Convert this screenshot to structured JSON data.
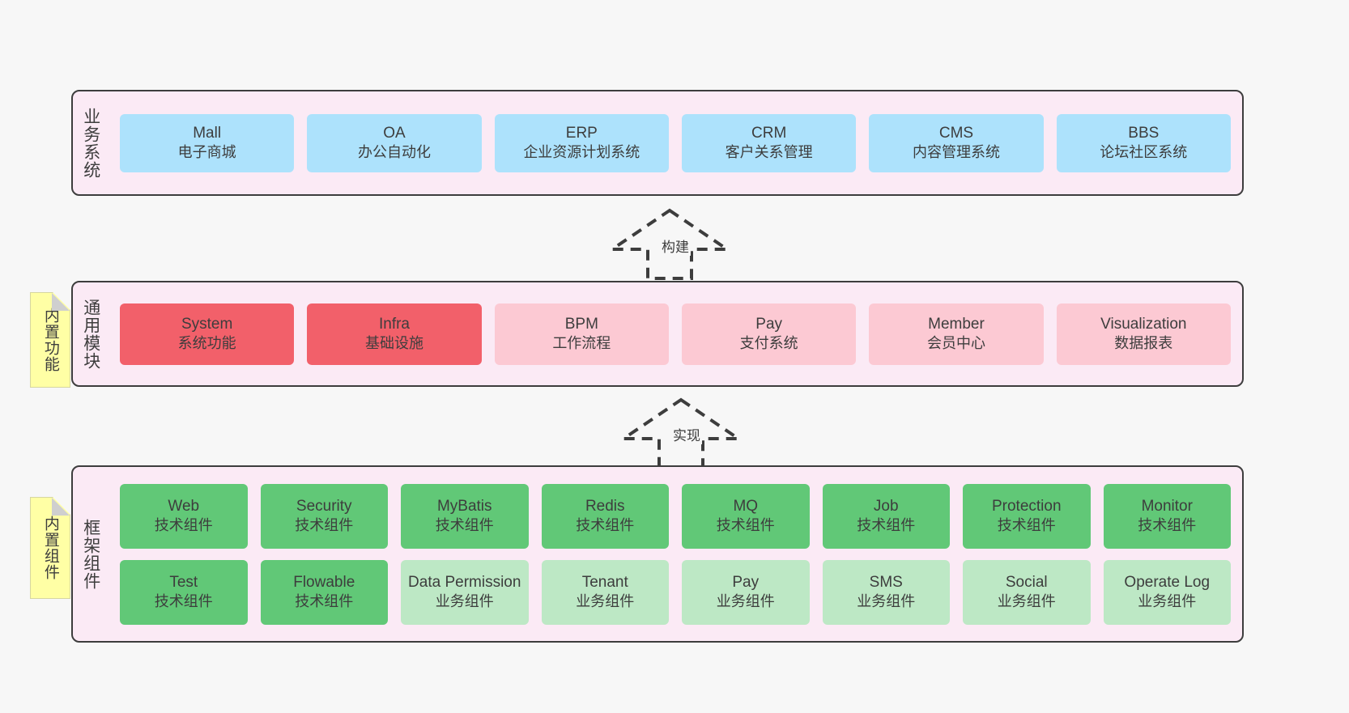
{
  "diagram": {
    "background": "#f7f7f7",
    "layer_fill": "#fbeaf5",
    "layer_border": "#3d3d3d",
    "note_fill": "#ffffa5"
  },
  "layers": [
    {
      "id": "business",
      "title": "业务系统",
      "rows": [
        {
          "chips": [
            {
              "en": "Mall",
              "cn": "电子商城",
              "color": "blue"
            },
            {
              "en": "OA",
              "cn": "办公自动化",
              "color": "blue"
            },
            {
              "en": "ERP",
              "cn": "企业资源计划系统",
              "color": "blue"
            },
            {
              "en": "CRM",
              "cn": "客户关系管理",
              "color": "blue"
            },
            {
              "en": "CMS",
              "cn": "内容管理系统",
              "color": "blue"
            },
            {
              "en": "BBS",
              "cn": "论坛社区系统",
              "color": "blue"
            }
          ]
        }
      ]
    },
    {
      "id": "common",
      "title": "通用模块",
      "note": "内置功能",
      "rows": [
        {
          "chips": [
            {
              "en": "System",
              "cn": "系统功能",
              "color": "red"
            },
            {
              "en": "Infra",
              "cn": "基础设施",
              "color": "red"
            },
            {
              "en": "BPM",
              "cn": "工作流程",
              "color": "pink"
            },
            {
              "en": "Pay",
              "cn": "支付系统",
              "color": "pink"
            },
            {
              "en": "Member",
              "cn": "会员中心",
              "color": "pink"
            },
            {
              "en": "Visualization",
              "cn": "数据报表",
              "color": "pink"
            }
          ]
        }
      ]
    },
    {
      "id": "framework",
      "title": "框架组件",
      "note": "内置组件",
      "rows": [
        {
          "chips": [
            {
              "en": "Web",
              "cn": "技术组件",
              "color": "green"
            },
            {
              "en": "Security",
              "cn": "技术组件",
              "color": "green"
            },
            {
              "en": "MyBatis",
              "cn": "技术组件",
              "color": "green"
            },
            {
              "en": "Redis",
              "cn": "技术组件",
              "color": "green"
            },
            {
              "en": "MQ",
              "cn": "技术组件",
              "color": "green"
            },
            {
              "en": "Job",
              "cn": "技术组件",
              "color": "green"
            },
            {
              "en": "Protection",
              "cn": "技术组件",
              "color": "green"
            },
            {
              "en": "Monitor",
              "cn": "技术组件",
              "color": "green"
            }
          ]
        },
        {
          "chips": [
            {
              "en": "Test",
              "cn": "技术组件",
              "color": "green"
            },
            {
              "en": "Flowable",
              "cn": "技术组件",
              "color": "green"
            },
            {
              "en": "Data Permission",
              "cn": "业务组件",
              "color": "lightgreen"
            },
            {
              "en": "Tenant",
              "cn": "业务组件",
              "color": "lightgreen"
            },
            {
              "en": "Pay",
              "cn": "业务组件",
              "color": "lightgreen"
            },
            {
              "en": "SMS",
              "cn": "业务组件",
              "color": "lightgreen"
            },
            {
              "en": "Social",
              "cn": "业务组件",
              "color": "lightgreen"
            },
            {
              "en": "Operate Log",
              "cn": "业务组件",
              "color": "lightgreen"
            }
          ]
        }
      ]
    }
  ],
  "connectors": [
    {
      "id": "build",
      "label": "构建",
      "style": "dashed-hollow-arrow-up"
    },
    {
      "id": "impl",
      "label": "实现",
      "style": "dashed-hollow-arrow-up"
    }
  ]
}
